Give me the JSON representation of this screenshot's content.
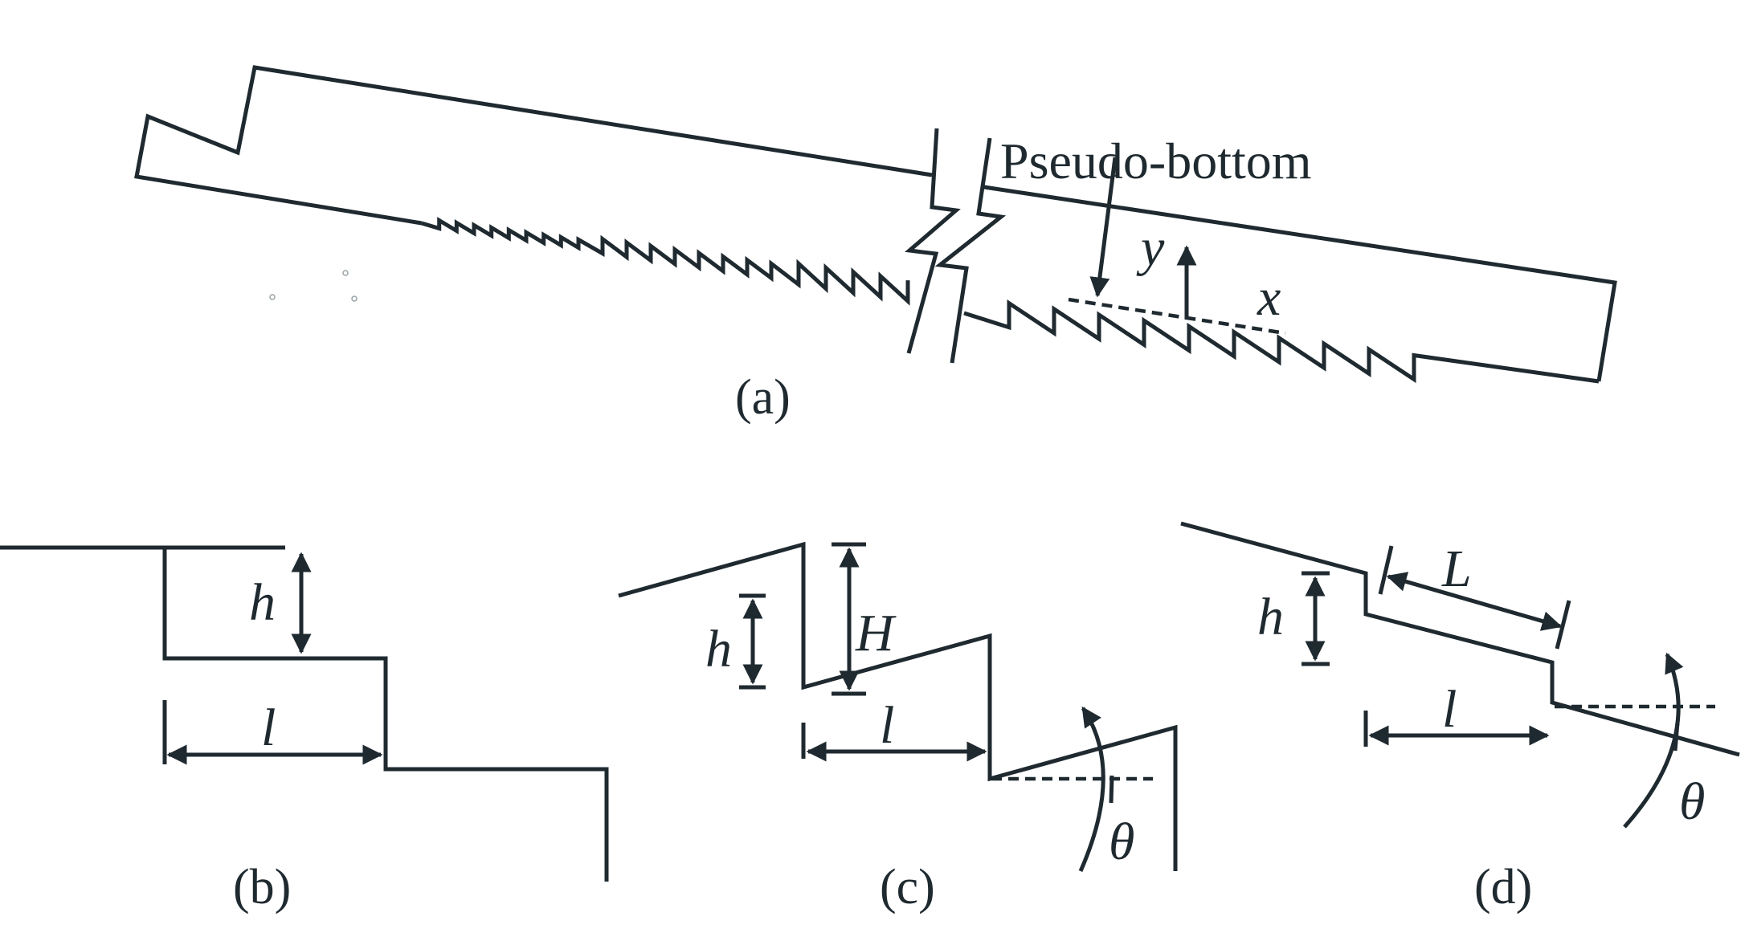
{
  "colors": {
    "ink": "#1f2a30",
    "background": "#ffffff"
  },
  "panel_a": {
    "caption": "(a)",
    "callout": "Pseudo-bottom",
    "axis_y": "y",
    "axis_x": "x"
  },
  "panel_b": {
    "caption": "(b)",
    "height_label": "h",
    "length_label": "l"
  },
  "panel_c": {
    "caption": "(c)",
    "height_label": "h",
    "step_height_label": "H",
    "length_label": "l",
    "angle_label": "θ"
  },
  "panel_d": {
    "caption": "(d)",
    "height_label": "h",
    "slope_length_label": "L",
    "length_label": "l",
    "angle_label": "θ"
  }
}
